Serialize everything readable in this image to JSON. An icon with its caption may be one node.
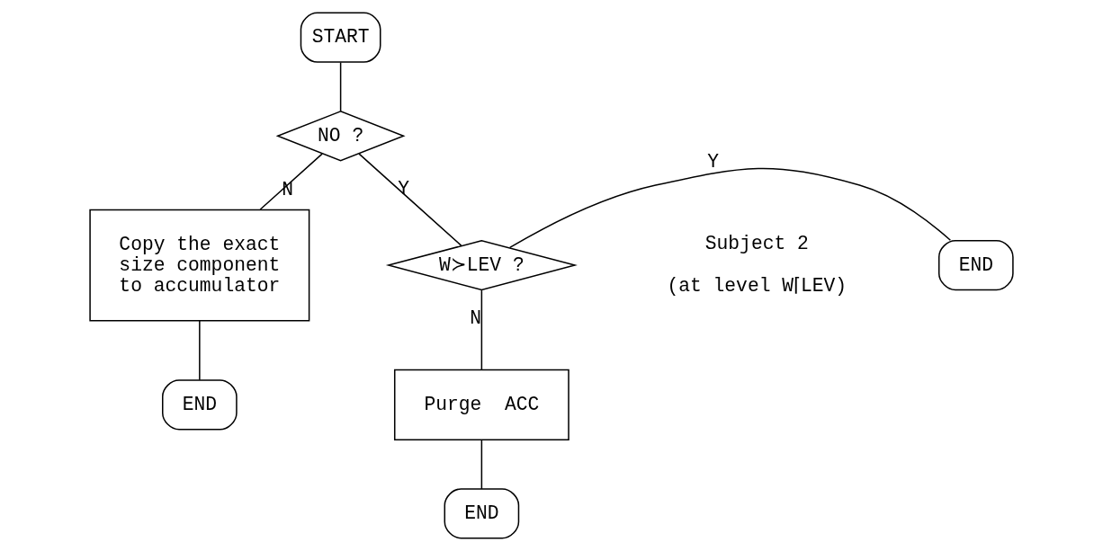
{
  "diagram": {
    "nodes": [
      {
        "text": [
          "START"
        ]
      },
      {
        "text": [
          "NO ?"
        ]
      },
      {
        "text": [
          "Copy the exact size component to accumulator"
        ]
      },
      {
        "text": [
          "END"
        ]
      },
      {
        "text": [
          "W≻LEV ?"
        ]
      },
      {
        "text": [
          "END"
        ]
      },
      {
        "text": [
          "Purge  ACC"
        ]
      },
      {
        "text": [
          "END"
        ]
      }
    ],
    "edges": [
      {
        "from": 0,
        "to": 1,
        "arrow": "none"
      },
      {
        "from": 1,
        "to": 2,
        "arrow": "none",
        "label": "N"
      },
      {
        "from": 1,
        "to": 4,
        "arrow": "none",
        "label": "Y"
      },
      {
        "from": 2,
        "to": 3,
        "arrow": "none"
      },
      {
        "from": 4,
        "to": 5,
        "arrow": "none",
        "label": "Y"
      },
      {
        "from": 4,
        "to": 6,
        "arrow": "none",
        "label": "N"
      },
      {
        "from": 6,
        "to": 7,
        "arrow": "none"
      }
    ],
    "labels": [
      "Subject 2",
      "(at level W⌈LEV)"
    ]
  }
}
